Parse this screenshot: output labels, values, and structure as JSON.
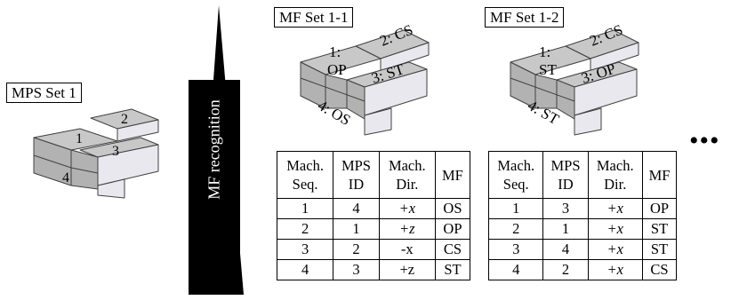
{
  "mps": {
    "title": "MPS Set 1",
    "labels": [
      "1",
      "2",
      "3",
      "4"
    ]
  },
  "arrow": {
    "label": "MF recognition"
  },
  "sets": [
    {
      "title": "MF Set 1-1",
      "block_labels": {
        "top_line1": "1:",
        "top_line2": "OP",
        "cs": "2: CS",
        "st": "3: ST",
        "os": "4: OS"
      },
      "headers": [
        [
          "Mach.",
          "Seq."
        ],
        [
          "MPS",
          "ID"
        ],
        [
          "Mach.",
          "Dir."
        ],
        [
          "MF"
        ]
      ],
      "rows": [
        [
          "1",
          "4",
          "+x",
          "OS"
        ],
        [
          "2",
          "1",
          "+z",
          "OP"
        ],
        [
          "3",
          "2",
          "-x",
          "CS"
        ],
        [
          "4",
          "3",
          "+z",
          "ST"
        ]
      ]
    },
    {
      "title": "MF Set 1-2",
      "block_labels": {
        "top_line1": "1:",
        "top_line2": "ST",
        "cs": "2: CS",
        "st": "3: OP",
        "os": "4: ST"
      },
      "headers": [
        [
          "Mach.",
          "Seq."
        ],
        [
          "MPS",
          "ID"
        ],
        [
          "Mach.",
          "Dir."
        ],
        [
          "MF"
        ]
      ],
      "rows": [
        [
          "1",
          "3",
          "+x",
          "OP"
        ],
        [
          "2",
          "1",
          "+x",
          "ST"
        ],
        [
          "3",
          "4",
          "+x",
          "ST"
        ],
        [
          "4",
          "2",
          "+x",
          "CS"
        ]
      ]
    }
  ],
  "ellipsis": "•••",
  "colors": {
    "top": "#c8c8c8",
    "left": "#b2b2b2",
    "right": "#e8e8ee",
    "edge": "#404040",
    "arrow": "#000000"
  }
}
